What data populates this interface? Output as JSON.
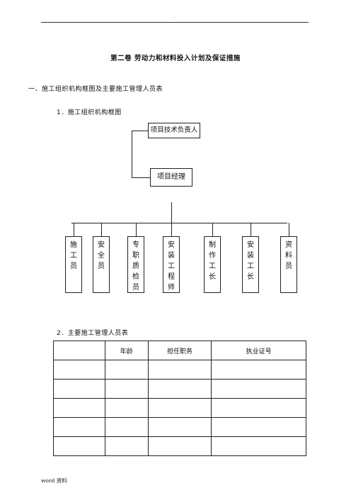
{
  "header": {
    "dots": ". ."
  },
  "title": "第二卷  劳动力和材料投入计划及保证措施",
  "section_title": "一、施工组织机构框图及主要施工管理人员表",
  "subsection_1": "1．施工组织机构框图",
  "subsection_2": "2．主要施工管理人员表",
  "org_chart": {
    "top": "项目技术负责人",
    "manager": "项目经理",
    "units": [
      {
        "chars": [
          "施",
          "工",
          "员"
        ]
      },
      {
        "chars": [
          "安",
          "全",
          "员"
        ]
      },
      {
        "chars": [
          "专",
          "职",
          "质",
          "检",
          "员"
        ]
      },
      {
        "chars": [
          "安",
          "装",
          "工",
          "程",
          "师"
        ]
      },
      {
        "chars": [
          "制",
          "作",
          "工",
          "长"
        ]
      },
      {
        "chars": [
          "安",
          "装",
          "工",
          "长"
        ]
      },
      {
        "chars": [
          "资",
          "料",
          "员"
        ]
      }
    ]
  },
  "staff_table": {
    "headers": [
      "",
      "年龄",
      "担任职务",
      "执业证号"
    ],
    "rows": [
      [
        "",
        "",
        "",
        ""
      ],
      [
        "",
        "",
        "",
        ""
      ],
      [
        "",
        "",
        "",
        ""
      ],
      [
        "",
        "",
        "",
        ""
      ],
      [
        "",
        "",
        "",
        ""
      ]
    ]
  },
  "footer": "word 资料"
}
